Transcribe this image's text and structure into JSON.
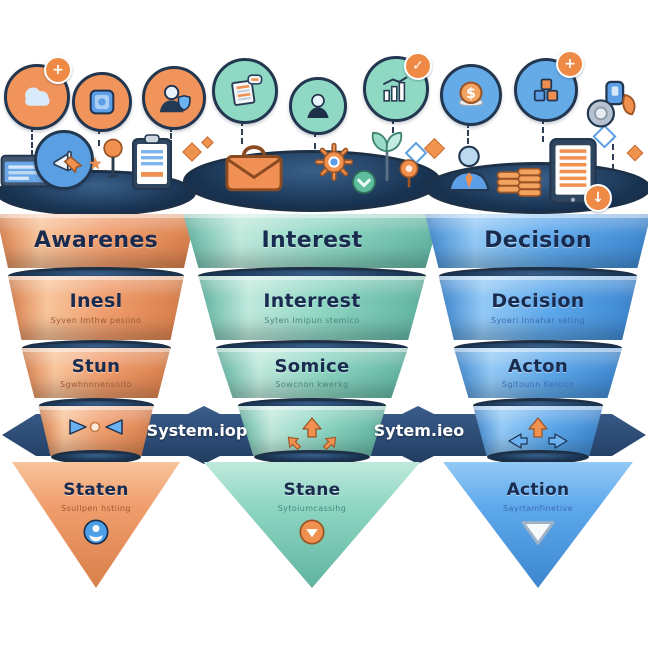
{
  "background": "#ffffff",
  "banner": {
    "left_label": "System.iop",
    "right_label": "Sytem.ieo",
    "color": "#2b4a74"
  },
  "funnels": [
    {
      "name": "awareness-funnel",
      "title": "Awarenes",
      "stages": [
        {
          "label": "Inesl",
          "sublabel": "Syven Imthw pesiino"
        },
        {
          "label": "Stun",
          "sublabel": "Sgwhnnnensoito"
        }
      ],
      "outcome": {
        "label": "Staten",
        "sublabel": "Ssullpen hstiing"
      },
      "colors": {
        "base": "#f09d6d",
        "light": "#f8c49b",
        "deep": "#d97f4a",
        "sub": "#9c5a33"
      }
    },
    {
      "name": "interest-funnel",
      "title": "Interest",
      "stages": [
        {
          "label": "Interrest",
          "sublabel": "Syten Imipun stemico"
        },
        {
          "label": "Somice",
          "sublabel": "Sowcnon kwerkg"
        }
      ],
      "outcome": {
        "label": "Stane",
        "sublabel": "Sytoiumcassihg"
      },
      "colors": {
        "base": "#8ed6c3",
        "light": "#bfe9dc",
        "deep": "#5fb3a0",
        "sub": "#4c857b"
      }
    },
    {
      "name": "decision-funnel",
      "title": "Decision",
      "stages": [
        {
          "label": "Decision",
          "sublabel": "Syoeri Innahar seting"
        },
        {
          "label": "Acton",
          "sublabel": "Sgltounn Kelsico"
        }
      ],
      "outcome": {
        "label": "Action",
        "sublabel": "Sayrtamfinetive"
      },
      "colors": {
        "base": "#5ea9ec",
        "light": "#93c9f5",
        "deep": "#3c86cf",
        "sub": "#3e6cb0"
      }
    }
  ],
  "icons": {
    "top": [
      "cloud-icon",
      "photo-app-icon",
      "person-shield-icon",
      "document-chat-icon",
      "person-icon",
      "bar-chart-check-icon",
      "dollar-coin-icon",
      "cubes-icon",
      "gadget-cluster-icon"
    ],
    "rim": [
      "browser-window-icon",
      "megaphone-cursor-icon",
      "star-icon",
      "lollipop-icon",
      "clipboard-icon",
      "envelope-icon",
      "gear-icon",
      "check-circle-icon",
      "plant-icon",
      "pin-icon",
      "person-bust-icon",
      "coins-icon",
      "tablet-icon"
    ],
    "badges": [
      "plus-badge",
      "check-badge",
      "plus-badge",
      "down-arrow-badge"
    ],
    "funnel_bottom": [
      "person-circle-icon",
      "down-arrow-circle-icon",
      "down-triangle-icon"
    ]
  },
  "palette": {
    "orange": "#f0934f",
    "teal": "#8ed6c3",
    "blue": "#5b9fe3",
    "navy_dark": "#16304f",
    "ribbon": "#2b4a74"
  }
}
